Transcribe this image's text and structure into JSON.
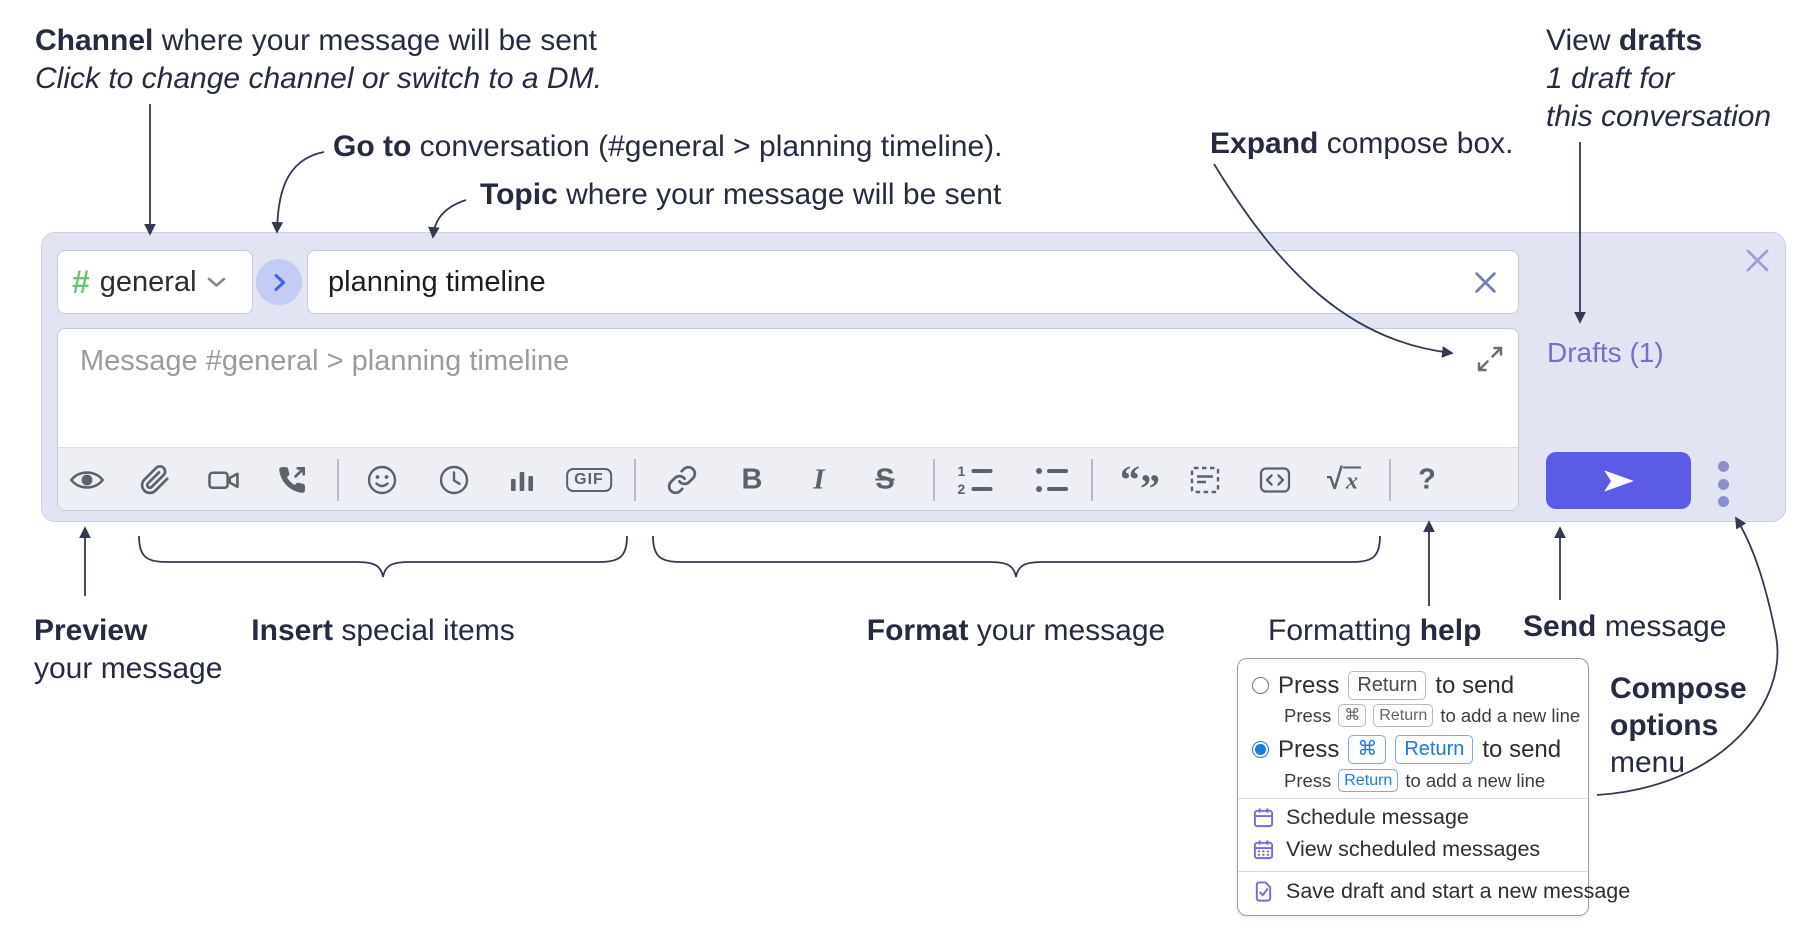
{
  "annotations": {
    "channel": {
      "bold": "Channel",
      "rest": " where your message will be sent",
      "italic": "Click to change channel or switch to a DM."
    },
    "goto": {
      "bold": "Go to",
      "rest": " conversation (#general > planning timeline)."
    },
    "topic": {
      "bold": "Topic",
      "rest": " where your message will be sent"
    },
    "expand": {
      "bold": "Expand",
      "rest": " compose box."
    },
    "drafts": {
      "pre": "View ",
      "bold": "drafts",
      "line2": "1 draft for",
      "line3": "this conversation"
    },
    "preview": {
      "bold": "Preview",
      "line2": "your message"
    },
    "insert": {
      "bold": "Insert",
      "rest": " special items"
    },
    "format": {
      "bold": "Format",
      "rest": " your message"
    },
    "help": {
      "pre": "Formatting ",
      "bold": "help"
    },
    "send": {
      "bold": "Send",
      "rest": " message"
    },
    "compose_options": {
      "line1": "Compose",
      "line2": "options",
      "line3": "menu"
    }
  },
  "compose": {
    "hash": "#",
    "channel_name": "general",
    "topic_value": "planning timeline",
    "message_placeholder": "Message #general > planning timeline",
    "drafts_label": "Drafts (1)"
  },
  "toolbar": {
    "gif_label": "GIF",
    "bold_label": "B",
    "italic_label": "I",
    "strike_label": "S",
    "help_label": "?",
    "sqrt_symbol": "√",
    "sqrt_var": "x",
    "quote_open": "“",
    "quote_close": "”",
    "ol_digit1": "1",
    "ol_digit2": "2",
    "icon_names": [
      "preview-eye-icon",
      "attach-paperclip-icon",
      "video-call-icon",
      "voice-call-icon",
      "emoji-icon",
      "time-icon",
      "poll-bar-chart-icon",
      "gif-icon",
      "link-icon",
      "bold-icon",
      "italic-icon",
      "strikethrough-icon",
      "numbered-list-icon",
      "bulleted-list-icon",
      "quote-icon",
      "spoiler-icon",
      "code-icon",
      "math-icon",
      "help-icon"
    ]
  },
  "menu": {
    "option1": {
      "press": "Press",
      "key": "Return",
      "suffix": "to send",
      "sub": {
        "press": "Press",
        "key1": "⌘",
        "key2": "Return",
        "suffix": "to add a new line"
      }
    },
    "option2": {
      "press": "Press",
      "key1": "⌘",
      "key2": "Return",
      "suffix": "to send",
      "sub": {
        "press": "Press",
        "key": "Return",
        "suffix": "to add a new line"
      }
    },
    "items": [
      "Schedule message",
      "View scheduled messages",
      "Save draft and start a new message"
    ]
  },
  "colors": {
    "compose_bg": "#e2e4f3",
    "hash_green": "#6fbf76",
    "send_button": "#5b5be5",
    "drafts_link": "#7173bf",
    "go_to_chevron": "#3c63e8",
    "go_to_circle_bg": "#c4cbf4",
    "selected_radio_blue": "#1f7ae0",
    "menu_icon_purple": "#6d6fd4",
    "toolbar_icon_gray": "#5d6169"
  }
}
